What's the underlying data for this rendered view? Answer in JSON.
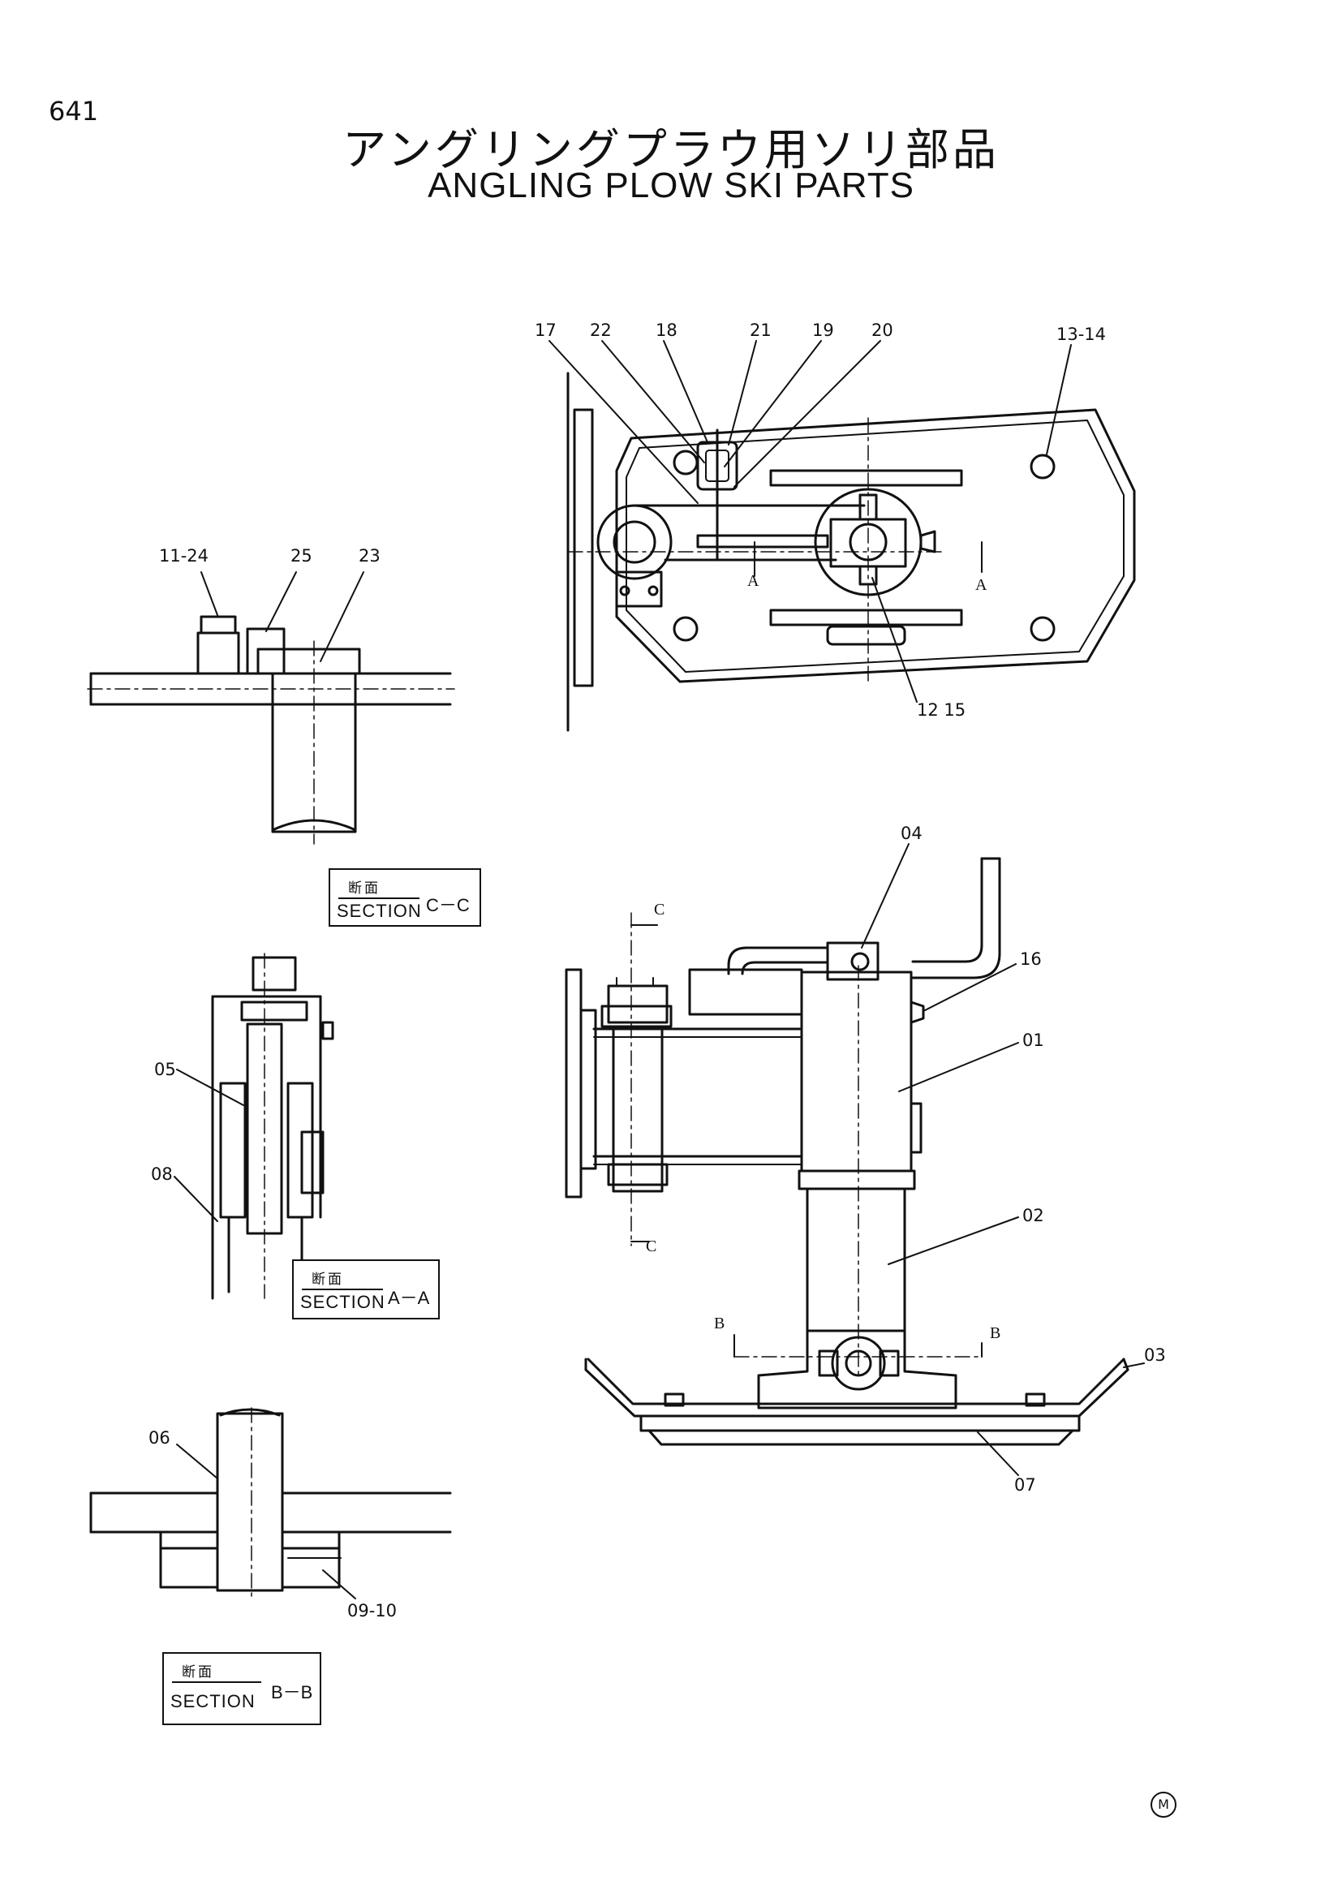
{
  "page_number": "641",
  "title_jp": "アングリングプラウ用ソリ部品",
  "title_en": "ANGLING PLOW SKI PARTS",
  "callouts": {
    "c17": "17",
    "c22": "22",
    "c18": "18",
    "c21": "21",
    "c19": "19",
    "c20": "20",
    "c13_14": "13-14",
    "c12_15": "12 15",
    "c11_24": "11-24",
    "c25": "25",
    "c23": "23",
    "c04": "04",
    "c16": "16",
    "c01": "01",
    "c02": "02",
    "c03": "03",
    "c07": "07",
    "c05": "05",
    "c08": "08",
    "c06": "06",
    "c09_10": "09-10"
  },
  "cut_markers": {
    "a": "A",
    "b": "B",
    "c": "C"
  },
  "sections": {
    "cc": {
      "jp": "断面",
      "en": "SECTION",
      "id": "C－C"
    },
    "aa": {
      "jp": "断面",
      "en": "SECTION",
      "id": "A－A"
    },
    "bb": {
      "jp": "断面",
      "en": "SECTION",
      "id": "B－B"
    }
  },
  "mark": "M"
}
